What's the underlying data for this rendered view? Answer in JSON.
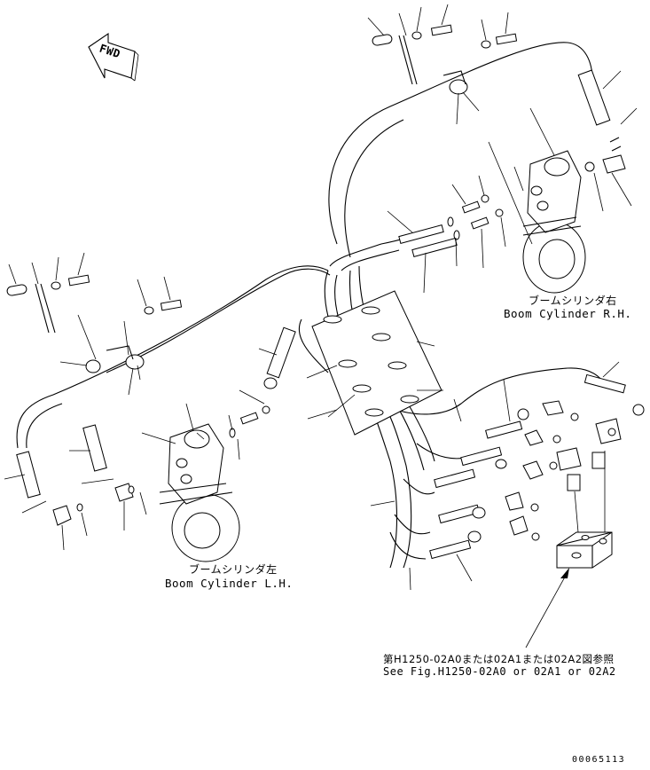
{
  "fwd_label": "FWD",
  "rh_label_jp": "ブームシリンダ右",
  "rh_label_en": "Boom Cylinder R.H.",
  "lh_label_jp": "ブームシリンダ左",
  "lh_label_en": "Boom Cylinder L.H.",
  "ref_jp": "第H1250-02A0または02A1または02A2図参照",
  "ref_en": "See Fig.H1250-02A0 or 02A1 or 02A2",
  "drawing_number": "00065113"
}
